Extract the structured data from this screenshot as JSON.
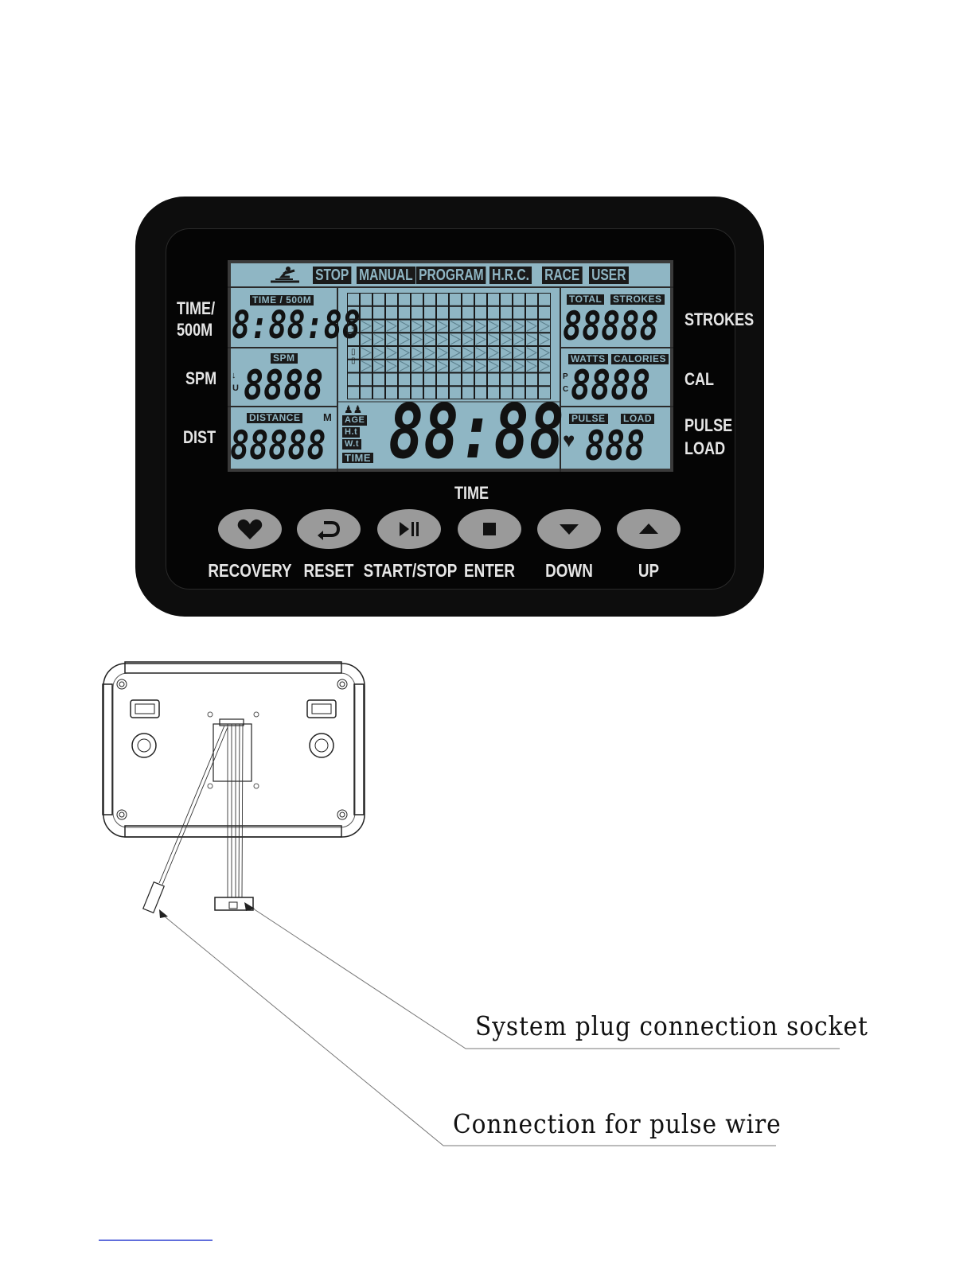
{
  "console": {
    "mode_tabs": [
      "STOP",
      "MANUAL",
      "PROGRAM",
      "H.R.C.",
      "RACE",
      "USER"
    ],
    "left_labels": {
      "time": "TIME/\n500M",
      "spm": "SPM",
      "dist": "DIST"
    },
    "right_labels": {
      "strokes": "STROKES",
      "cal": "CAL",
      "pulse": "PULSE",
      "load": "LOAD"
    },
    "lcd_tags": {
      "time500m": "TIME / 500M",
      "spm": "SPM",
      "distance": "DISTANCE",
      "distance_unit": "M",
      "total": "TOTAL",
      "strokes": "STROKES",
      "watts": "WATTS",
      "calories": "CALORIES",
      "pulse": "PULSE",
      "load": "LOAD",
      "age": "AGE",
      "ht": "H.t",
      "wt": "W.t",
      "time": "TIME"
    },
    "lcd_digits": {
      "time500m": "8:88:88",
      "spm": "8888",
      "distance": "88888",
      "main_time": "88:88",
      "strokes": "88888",
      "calories": "8888",
      "load": "888"
    },
    "small_marks": {
      "spm_u": "U",
      "pc_p": "P",
      "pc_c": "C"
    },
    "time_label": "TIME",
    "buttons": [
      {
        "label": "RECOVERY",
        "icon": "heart-icon"
      },
      {
        "label": "RESET",
        "icon": "return-arrow-icon"
      },
      {
        "label": "START/STOP",
        "icon": "play-pause-icon"
      },
      {
        "label": "ENTER",
        "icon": "stop-square-icon"
      },
      {
        "label": "DOWN",
        "icon": "triangle-down-icon"
      },
      {
        "label": "UP",
        "icon": "triangle-up-icon"
      }
    ]
  },
  "callouts": {
    "system_plug": "System plug connection socket",
    "pulse_wire": "Connection for pulse wire"
  }
}
